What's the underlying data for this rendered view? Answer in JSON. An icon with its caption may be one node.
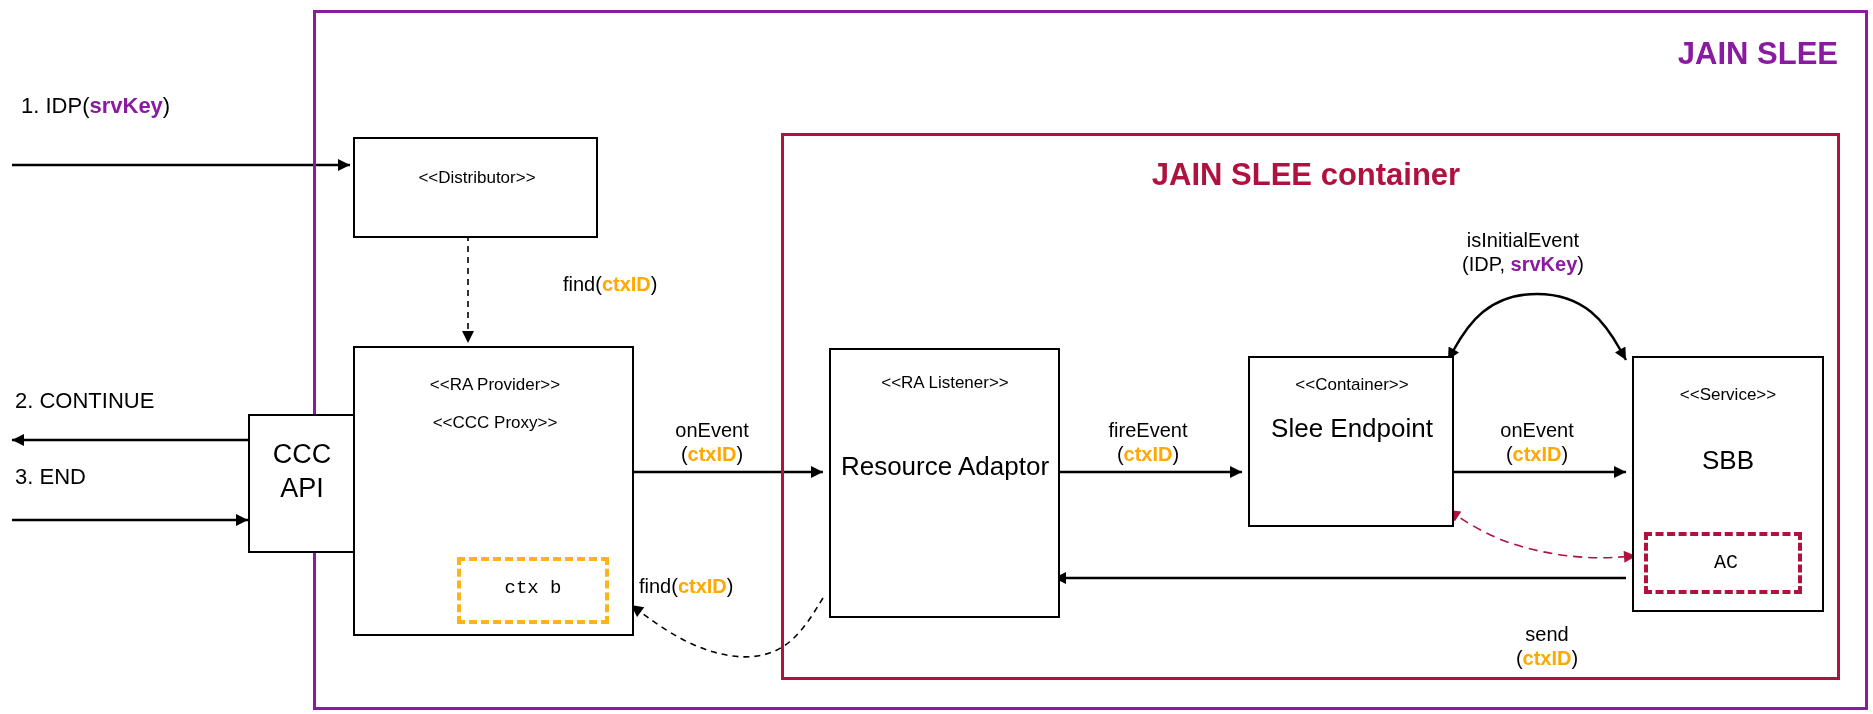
{
  "diagram": {
    "nodes": [
      {
        "text": [
          "JAIN SLEE"
        ]
      },
      {
        "text": [
          "<<Distributor>>"
        ],
        "in": 0
      },
      {
        "text": [
          "<<RA Provider>>",
          "<<CCC Proxy>>"
        ],
        "in": 0
      },
      {
        "text": [
          "ctx b"
        ],
        "in": 2
      },
      {
        "text": [
          "CCC API"
        ]
      },
      {
        "text": [
          "JAIN SLEE container"
        ],
        "in": 0
      },
      {
        "text": [
          "<<RA Listener>>",
          "Resource Adaptor"
        ],
        "in": 5
      },
      {
        "text": [
          "<<Container>>",
          "Slee Endpoint"
        ],
        "in": 5
      },
      {
        "text": [
          "<<Service>>",
          "SBB"
        ],
        "in": 5
      },
      {
        "text": [
          "AC"
        ],
        "in": 8
      }
    ],
    "edges": [
      {
        "from": null,
        "to": 1,
        "arrow": "to",
        "label": "1. IDP(**srvKey**)"
      },
      {
        "from": 4,
        "to": null,
        "arrow": "to",
        "label": "2. CONTINUE"
      },
      {
        "from": null,
        "to": 4,
        "arrow": "to",
        "label": "3. END"
      },
      {
        "from": 1,
        "to": 2,
        "arrow": "to",
        "label": "find(**ctxID**)",
        "style": "dashed"
      },
      {
        "from": 2,
        "to": 6,
        "arrow": "to",
        "label": "onEvent (**ctxID**)"
      },
      {
        "from": 6,
        "to": 7,
        "arrow": "to",
        "label": "fireEvent (**ctxID**)"
      },
      {
        "from": 7,
        "to": 8,
        "arrow": "to",
        "label": "onEvent (**ctxID**)"
      },
      {
        "from": 8,
        "to": 6,
        "arrow": "to",
        "label": "send (**ctxID**)"
      },
      {
        "from": 6,
        "to": 2,
        "arrow": "to",
        "label": "find(**ctxID**)",
        "style": "dashed"
      },
      {
        "from": 7,
        "to": 8,
        "arrow": "both",
        "label": "isInitialEvent (IDP, **srvKey**)"
      },
      {
        "from": 7,
        "to": 9,
        "arrow": "both",
        "style": "dashed",
        "color": "#b0123f"
      }
    ]
  }
}
